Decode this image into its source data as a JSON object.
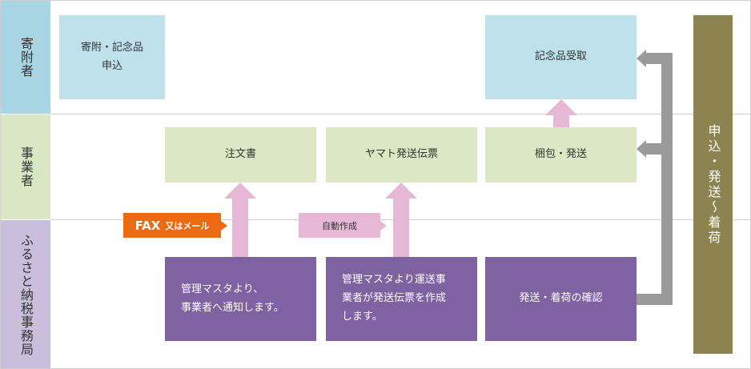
{
  "lanes": {
    "donor": "寄附者",
    "business": "事業者",
    "office": "ふるさと納税事務局"
  },
  "boxes": {
    "donation_application": [
      "寄附・記念品",
      "申込"
    ],
    "gift_receipt": "記念品受取",
    "order_form": "注文書",
    "yamato_slip": "ヤマト発送伝票",
    "packing_shipping": "梱包・発送",
    "notify_business": [
      "管理マスタより、",
      "事業者へ通知します。"
    ],
    "create_slip": [
      "管理マスタより運送事",
      "業者が発送伝票を作成",
      "します。"
    ],
    "confirm_delivery": "発送・着荷の確認"
  },
  "tags": {
    "fax_main": "FAX",
    "fax_sub": "又はメール",
    "auto_create": "自動作成"
  },
  "side_bar": "申込・発送〜着荷",
  "colors": {
    "lane_donor": "#a9d6e5",
    "lane_business": "#dbe6c4",
    "lane_office": "#c9bfdd",
    "box_blue": "#bfe1ec",
    "box_green": "#dce7c6",
    "box_purple": "#7f62a1",
    "arrow_pink": "#e6b8d5",
    "tag_orange": "#ec6b12",
    "flow_gray": "#9a9a9a",
    "side_olive": "#8d8350"
  }
}
